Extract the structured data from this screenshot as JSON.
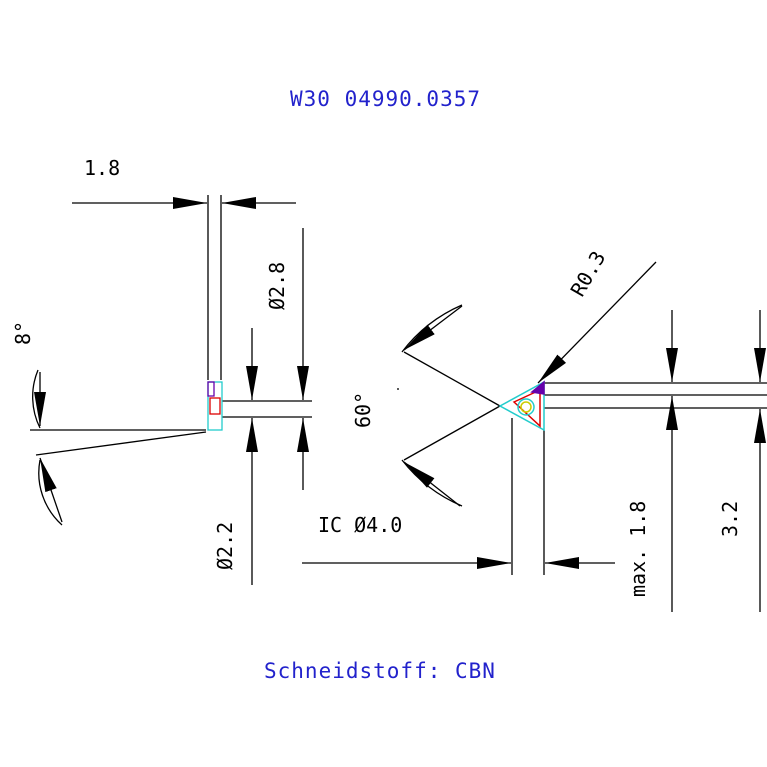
{
  "drawing": {
    "part_number": "W30 04990.0357",
    "material": "Schneidstoff: CBN",
    "dimensions": {
      "width_top": "1.8",
      "dia_shank": "Ø2.8",
      "angle_side": "8°",
      "dia_neck": "Ø2.2",
      "angle_tip": "60°",
      "radius_tip": "R0.3",
      "ic_dia": "IC Ø4.0",
      "max_depth": "max. 1.8",
      "height": "3.2"
    },
    "colors": {
      "text_blue": "#2222cc",
      "line": "#000000",
      "insert_cyan": "#22cccc",
      "insert_red": "#dd0000",
      "insert_yellow": "#cccc00",
      "insert_purple": "#6600aa"
    }
  }
}
